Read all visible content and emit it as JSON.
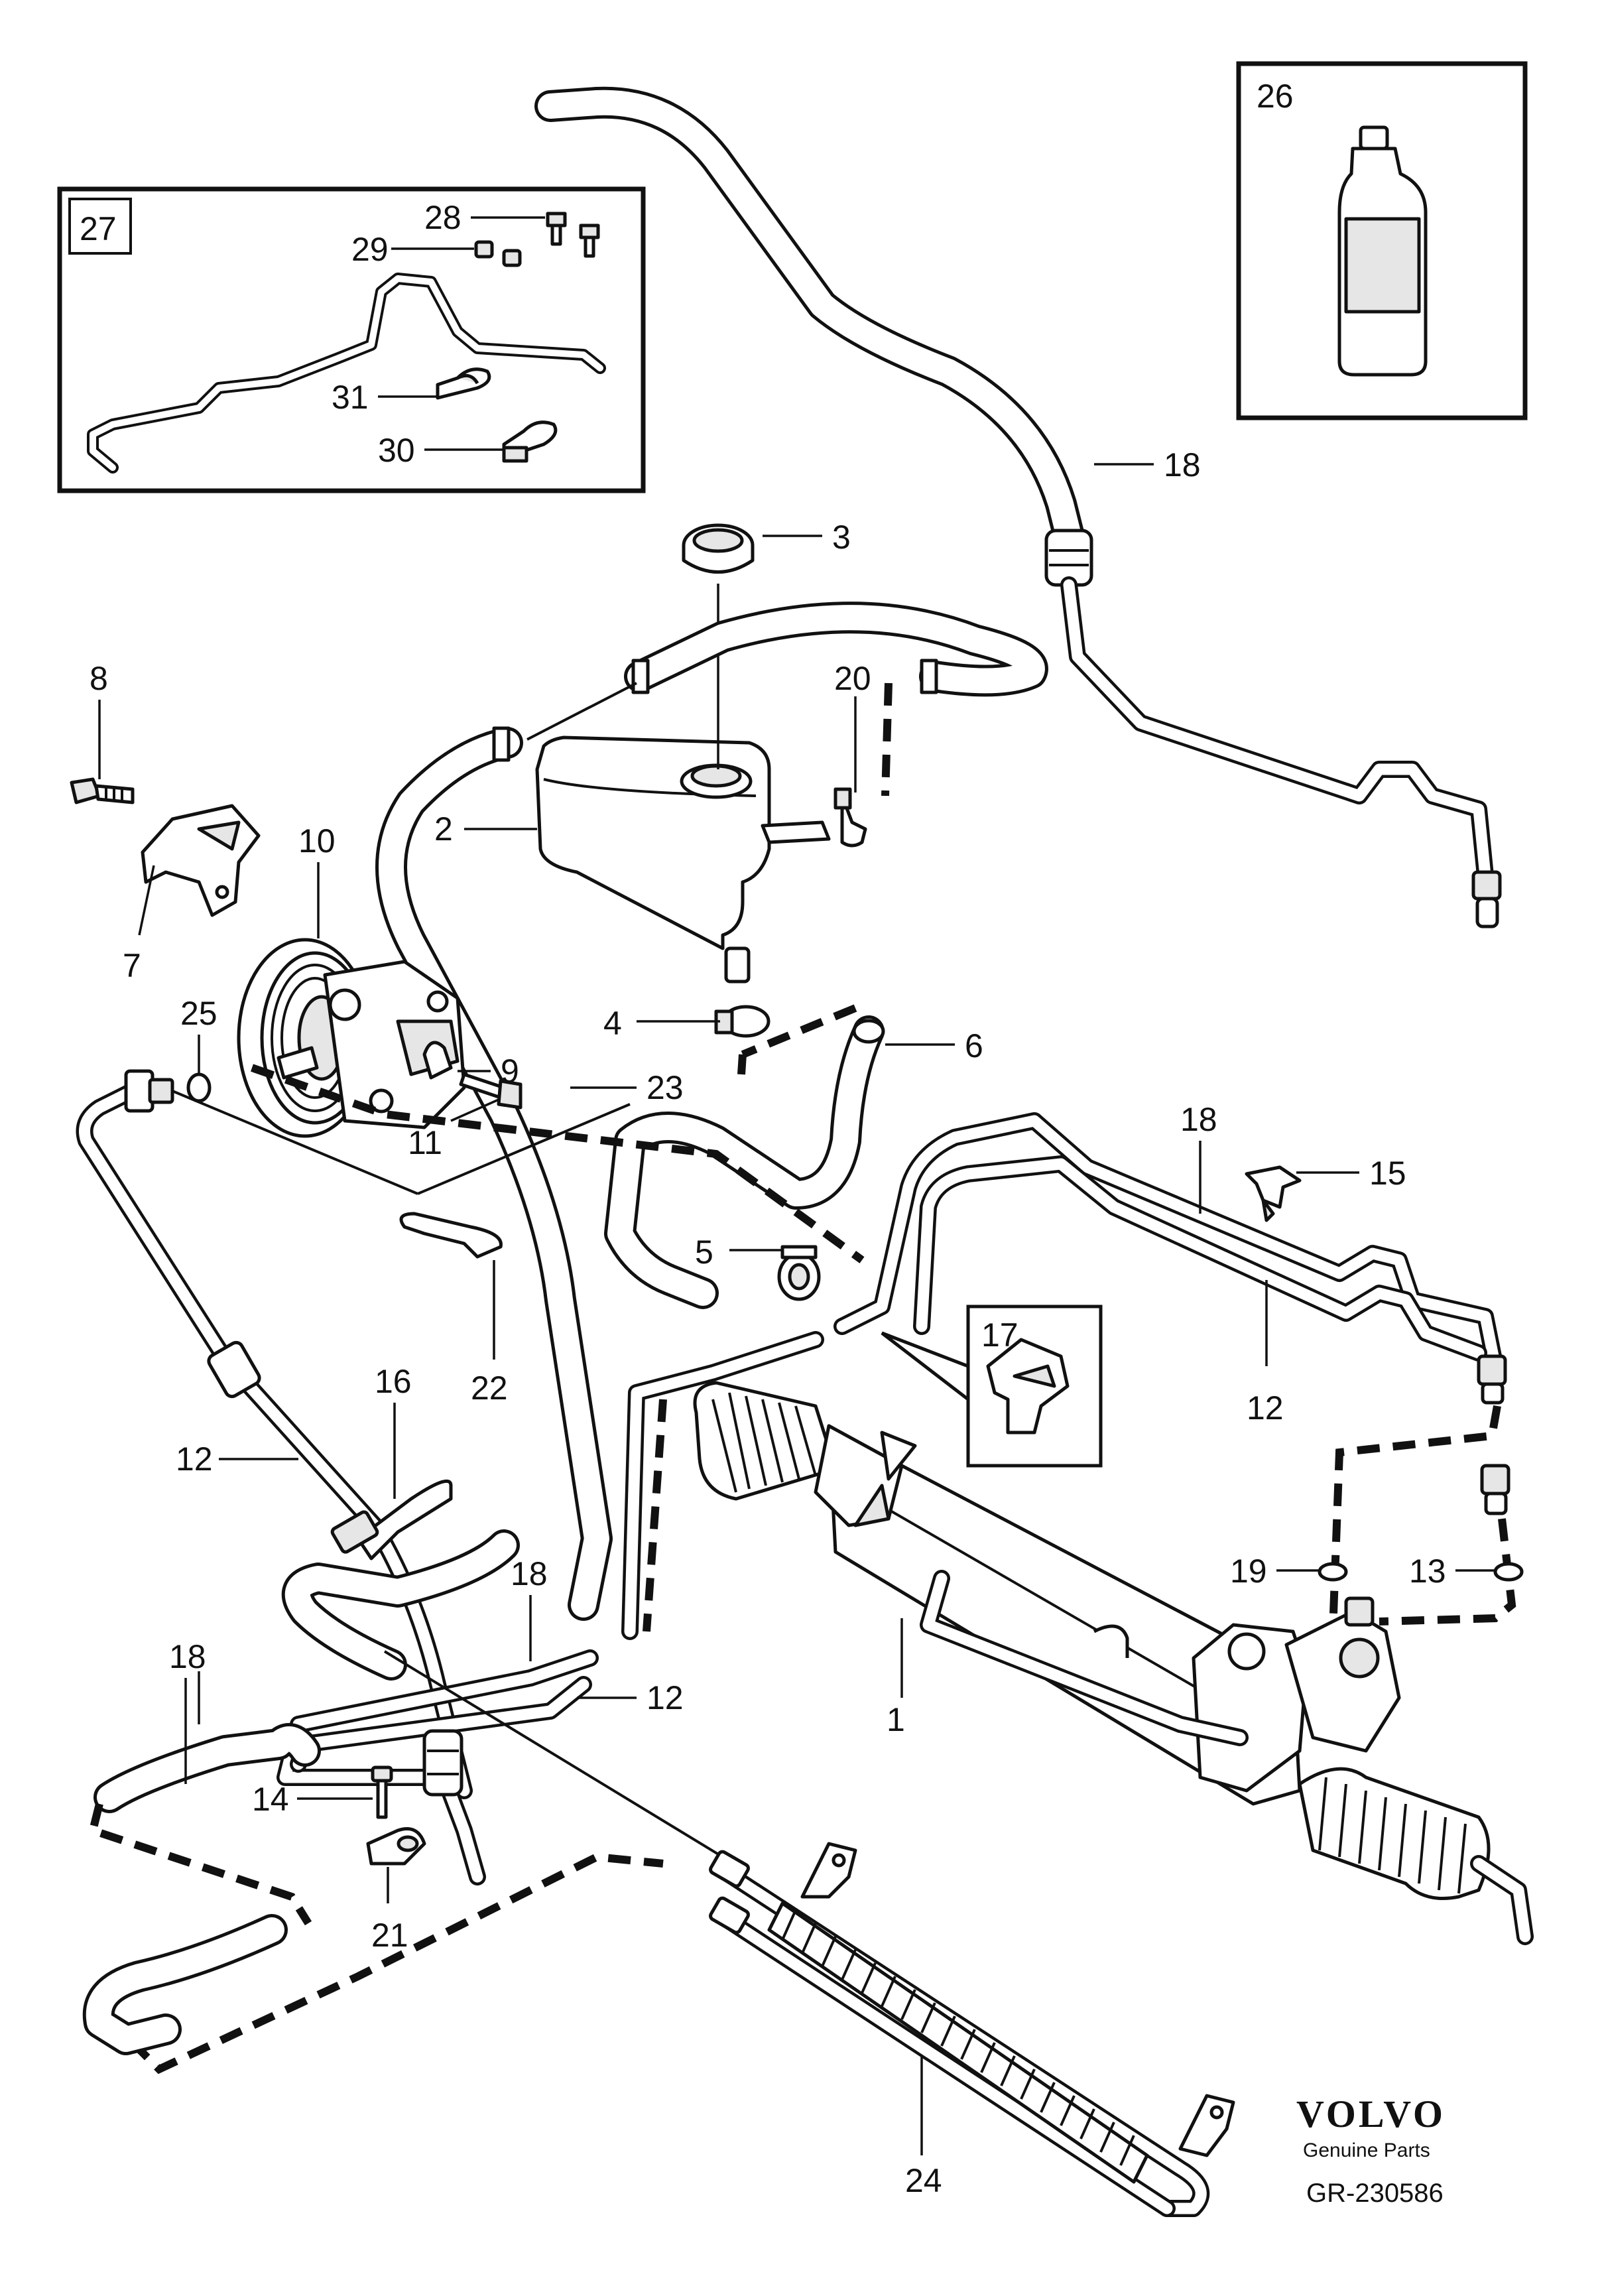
{
  "diagram": {
    "callouts": {
      "c1": "1",
      "c2": "2",
      "c3": "3",
      "c4": "4",
      "c5": "5",
      "c6": "6",
      "c7": "7",
      "c8": "8",
      "c9": "9",
      "c10": "10",
      "c11": "11",
      "c12a": "12",
      "c12b": "12",
      "c12c": "12",
      "c13": "13",
      "c14": "14",
      "c15": "15",
      "c16": "16",
      "c17": "17",
      "c18a": "18",
      "c18b": "18",
      "c18c": "18",
      "c18d": "18",
      "c19": "19",
      "c20": "20",
      "c21": "21",
      "c22": "22",
      "c23": "23",
      "c24": "24",
      "c25": "25",
      "c26": "26",
      "c27": "27",
      "c28": "28",
      "c29": "29",
      "c30": "30",
      "c31": "31"
    },
    "brand": {
      "logo_text": "VOLVO",
      "tagline": "Genuine Parts",
      "reference": "GR-230586"
    },
    "icons": [
      "power-steering-pump-icon",
      "fluid-reservoir-icon",
      "fluid-bottle-icon",
      "steering-rack-icon",
      "cooler-coil-icon",
      "clip-icon",
      "bolt-icon"
    ]
  }
}
